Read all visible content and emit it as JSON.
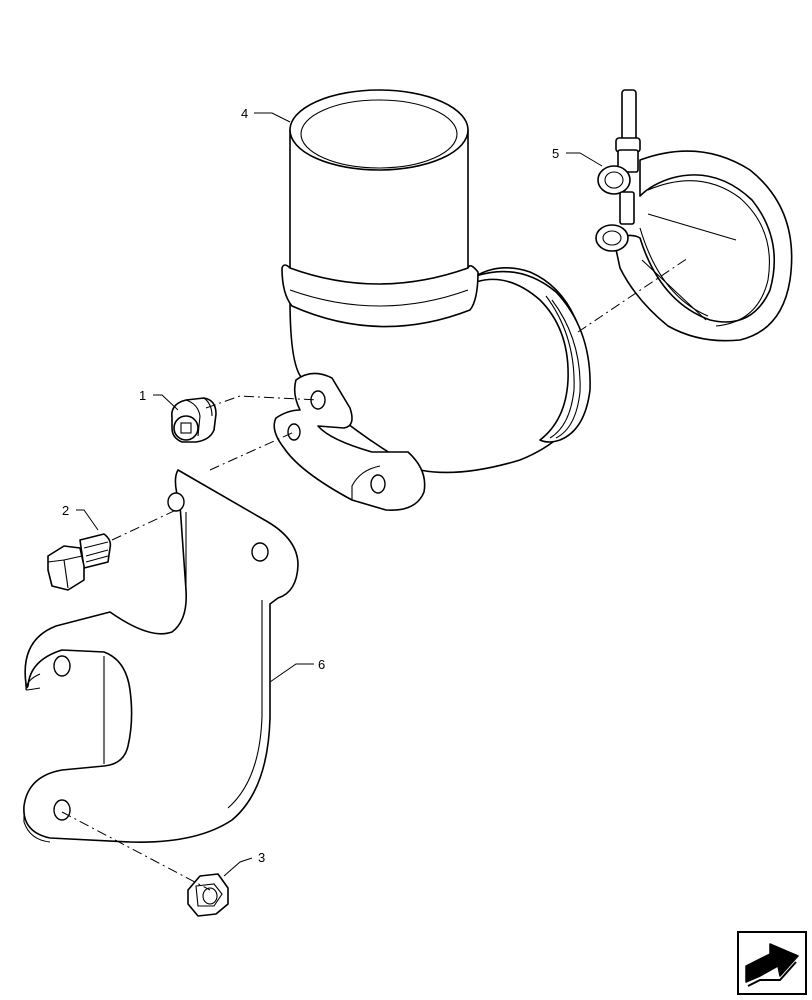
{
  "callouts": {
    "c1": "1",
    "c2": "2",
    "c3": "3",
    "c4": "4",
    "c5": "5",
    "c6": "6"
  },
  "nav_icon": {
    "name": "next-page-arrow-icon"
  },
  "colors": {
    "line": "#000000",
    "background": "#ffffff"
  }
}
